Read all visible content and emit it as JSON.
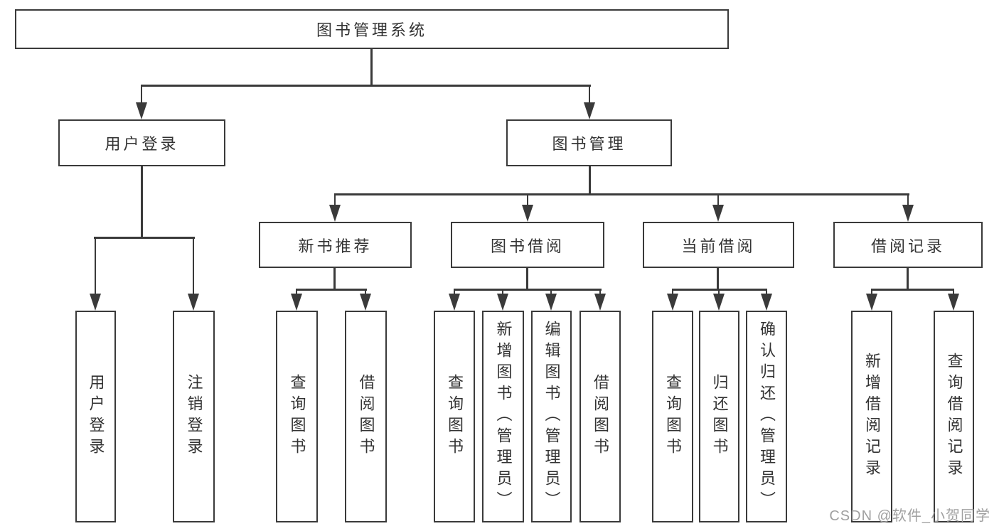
{
  "diagram_title": "图书管理系统",
  "nodes": {
    "root": "图书管理系统",
    "user_login": "用户登录",
    "book_mgmt": "图书管理",
    "new_book_rec": "新书推荐",
    "book_borrow": "图书借阅",
    "current_borrow": "当前借阅",
    "borrow_record": "借阅记录",
    "a1": "用户登录",
    "a2": "注销登录",
    "b1": "查询图书",
    "b2": "借阅图书",
    "c1": "查询图书",
    "c2": "新增图书（管理员）",
    "c3": "编辑图书（管理员）",
    "c4": "借阅图书",
    "d1": "查询图书",
    "d2": "归还图书",
    "d3": "确认归还（管理员）",
    "e1": "新增借阅记录",
    "e2": "查询借阅记录"
  },
  "hierarchy": {
    "图书管理系统": {
      "用户登录": [
        "用户登录",
        "注销登录"
      ],
      "图书管理": {
        "新书推荐": [
          "查询图书",
          "借阅图书"
        ],
        "图书借阅": [
          "查询图书",
          "新增图书（管理员）",
          "编辑图书（管理员）",
          "借阅图书"
        ],
        "当前借阅": [
          "查询图书",
          "归还图书",
          "确认归还（管理员）"
        ],
        "借阅记录": [
          "新增借阅记录",
          "查询借阅记录"
        ]
      }
    }
  },
  "watermark": "CSDN @软件_小贺同学",
  "colors": {
    "line": "#3a3a3a",
    "text": "#333333",
    "watermark": "#a0a0a0",
    "background": "#ffffff"
  }
}
